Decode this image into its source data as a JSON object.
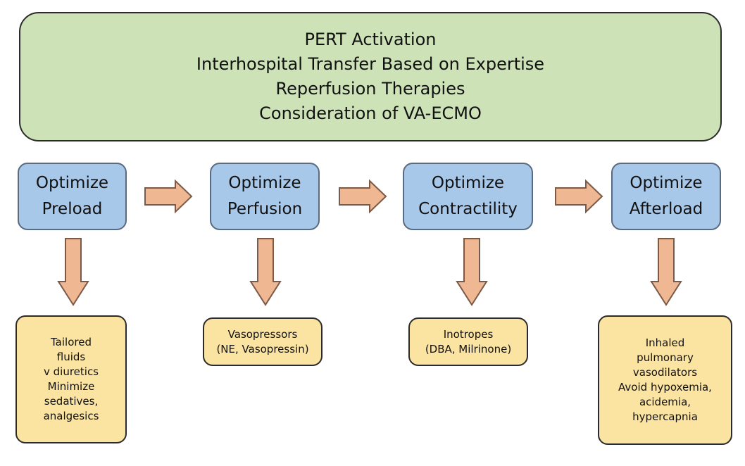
{
  "top_box": {
    "lines": [
      "PERT Activation",
      "Interhospital Transfer Based on Expertise",
      "Reperfusion Therapies",
      "Consideration of VA-ECMO"
    ]
  },
  "steps": [
    {
      "lines": [
        "Optimize",
        "Preload"
      ],
      "outcome": [
        "Tailored",
        "fluids",
        "v diuretics",
        "Minimize",
        "sedatives,",
        "analgesics"
      ]
    },
    {
      "lines": [
        "Optimize",
        "Perfusion"
      ],
      "outcome": [
        "Vasopressors",
        "(NE, Vasopressin)"
      ]
    },
    {
      "lines": [
        "Optimize",
        "Contractility"
      ],
      "outcome": [
        "Inotropes",
        "(DBA, Milrinone)"
      ]
    },
    {
      "lines": [
        "Optimize",
        "Afterload"
      ],
      "outcome": [
        "Inhaled",
        "pulmonary",
        "vasodilators",
        "Avoid hypoxemia,",
        "acidemia,",
        "hypercapnia"
      ]
    }
  ],
  "colors": {
    "top_box_fill": "#cde3b7",
    "step_box_fill": "#a8c8ea",
    "outcome_box_fill": "#fbe3a1",
    "arrow_fill": "#f0b892"
  }
}
